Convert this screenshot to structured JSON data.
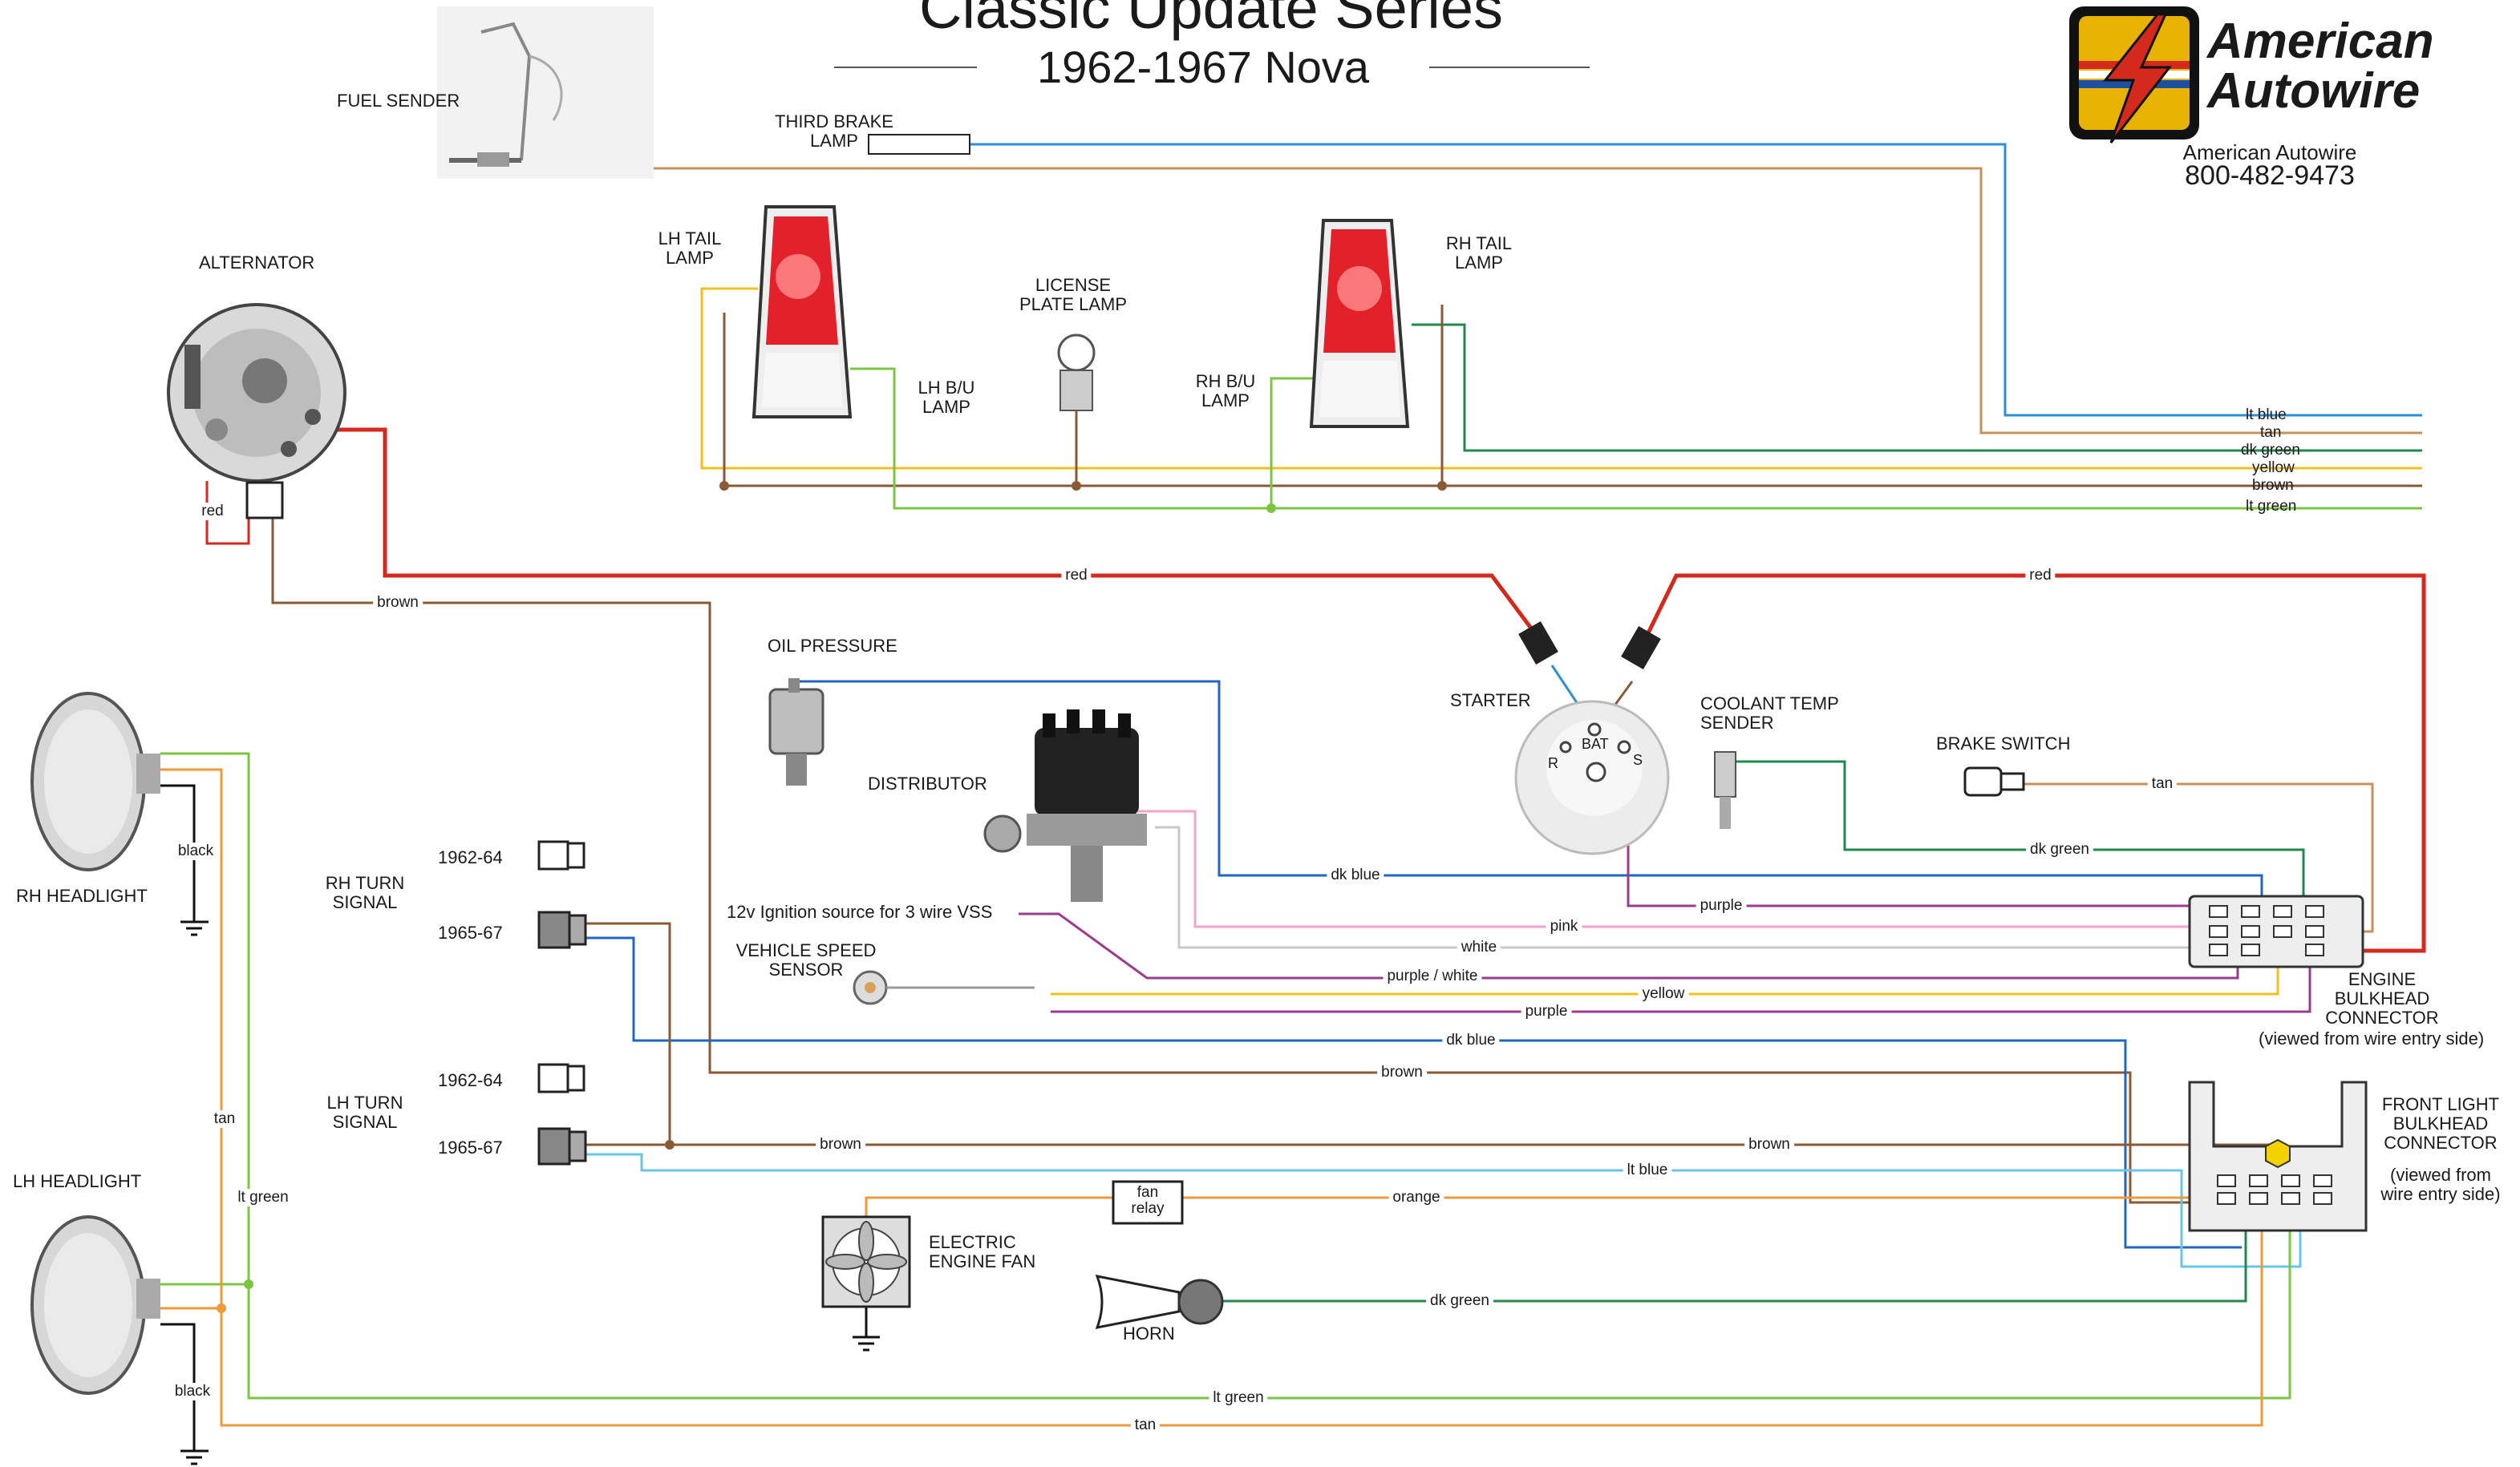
{
  "title": {
    "series": "Classic Update Series",
    "subtitle": "1962-1967 Nova"
  },
  "brand": {
    "name_line1": "American",
    "name_line2": "Autowire",
    "company": "American Autowire",
    "phone": "800-482-9473",
    "logo_icon": "lightning-bolt-icon",
    "logo_colors": [
      "#e8b200",
      "#d42a1e",
      "#1d4fa3",
      "#111111"
    ]
  },
  "components": {
    "fuel_sender": "FUEL SENDER",
    "third_brake_lamp": "THIRD BRAKE\nLAMP",
    "alternator": "ALTERNATOR",
    "lh_tail_lamp": "LH TAIL\nLAMP",
    "license_plate_lamp": "LICENSE\nPLATE LAMP",
    "lh_bu_lamp": "LH B/U\nLAMP",
    "rh_bu_lamp": "RH B/U\nLAMP",
    "rh_tail_lamp": "RH TAIL\nLAMP",
    "oil_pressure": "OIL PRESSURE",
    "starter": "STARTER",
    "coolant_temp_sender": "COOLANT TEMP\nSENDER",
    "brake_switch": "BRAKE SWITCH",
    "distributor": "DISTRIBUTOR",
    "ignition_source": "12v Ignition source for 3 wire VSS",
    "vehicle_speed_sensor": "VEHICLE SPEED\nSENSOR",
    "rh_headlight": "RH HEADLIGHT",
    "lh_headlight": "LH HEADLIGHT",
    "rh_turn_signal": "RH TURN\nSIGNAL",
    "lh_turn_signal": "LH TURN\nSIGNAL",
    "year_early": "1962-64",
    "year_late": "1965-67",
    "electric_engine_fan": "ELECTRIC\nENGINE FAN",
    "fan_relay": "fan\nrelay",
    "horn": "HORN",
    "engine_bulkhead": "ENGINE\nBULKHEAD\nCONNECTOR",
    "engine_bulkhead_note": "(viewed from wire entry side)",
    "front_light_bulkhead": "FRONT LIGHT\nBULKHEAD\nCONNECTOR",
    "front_light_bulkhead_note": "(viewed from\nwire entry side)",
    "starter_terminals": [
      "R",
      "BAT",
      "S"
    ]
  },
  "legend": [
    {
      "name": "lt blue",
      "color": "#2c8fd6"
    },
    {
      "name": "tan",
      "color": "#c8905a"
    },
    {
      "name": "dk green",
      "color": "#1f8a4c"
    },
    {
      "name": "yellow",
      "color": "#f0c020"
    },
    {
      "name": "brown",
      "color": "#8a5a36"
    },
    {
      "name": "lt green",
      "color": "#7cc442"
    }
  ],
  "wire_labels": {
    "red_left": "red",
    "red_right": "red",
    "red_alt": "red",
    "brown_alt": "brown",
    "dk_blue_oil": "dk blue",
    "pink": "pink",
    "white": "white",
    "purple_coolant": "purple",
    "purple_white": "purple / white",
    "yellow_vss": "yellow",
    "purple_vss": "purple",
    "dk_blue_turn": "dk blue",
    "brown_long": "brown",
    "brown_turn_left": "brown",
    "brown_turn_right": "brown",
    "lt_blue_turn": "lt blue",
    "orange_fan": "orange",
    "dk_green_horn": "dk green",
    "dk_green_coolant": "dk green",
    "tan_brake": "tan",
    "black_rh": "black",
    "black_lh": "black",
    "tan_headlight": "tan",
    "lt_green_headlight": "lt green",
    "lt_green_bottom": "lt green",
    "tan_bottom": "tan"
  },
  "wire_colors": {
    "red": "#d42a1e",
    "brown": "#8a5a36",
    "tan": "#c8905a",
    "lt_blue": "#2c8fd6",
    "lt_blue_pale": "#66c5e8",
    "dk_blue": "#2266c0",
    "dk_green": "#1f8a4c",
    "lt_green": "#7cc442",
    "yellow": "#f0c020",
    "pink": "#f0a6c8",
    "white_wire": "#c8c8c8",
    "purple": "#9a3b8c",
    "orange": "#ee9a3a",
    "black": "#111111"
  }
}
